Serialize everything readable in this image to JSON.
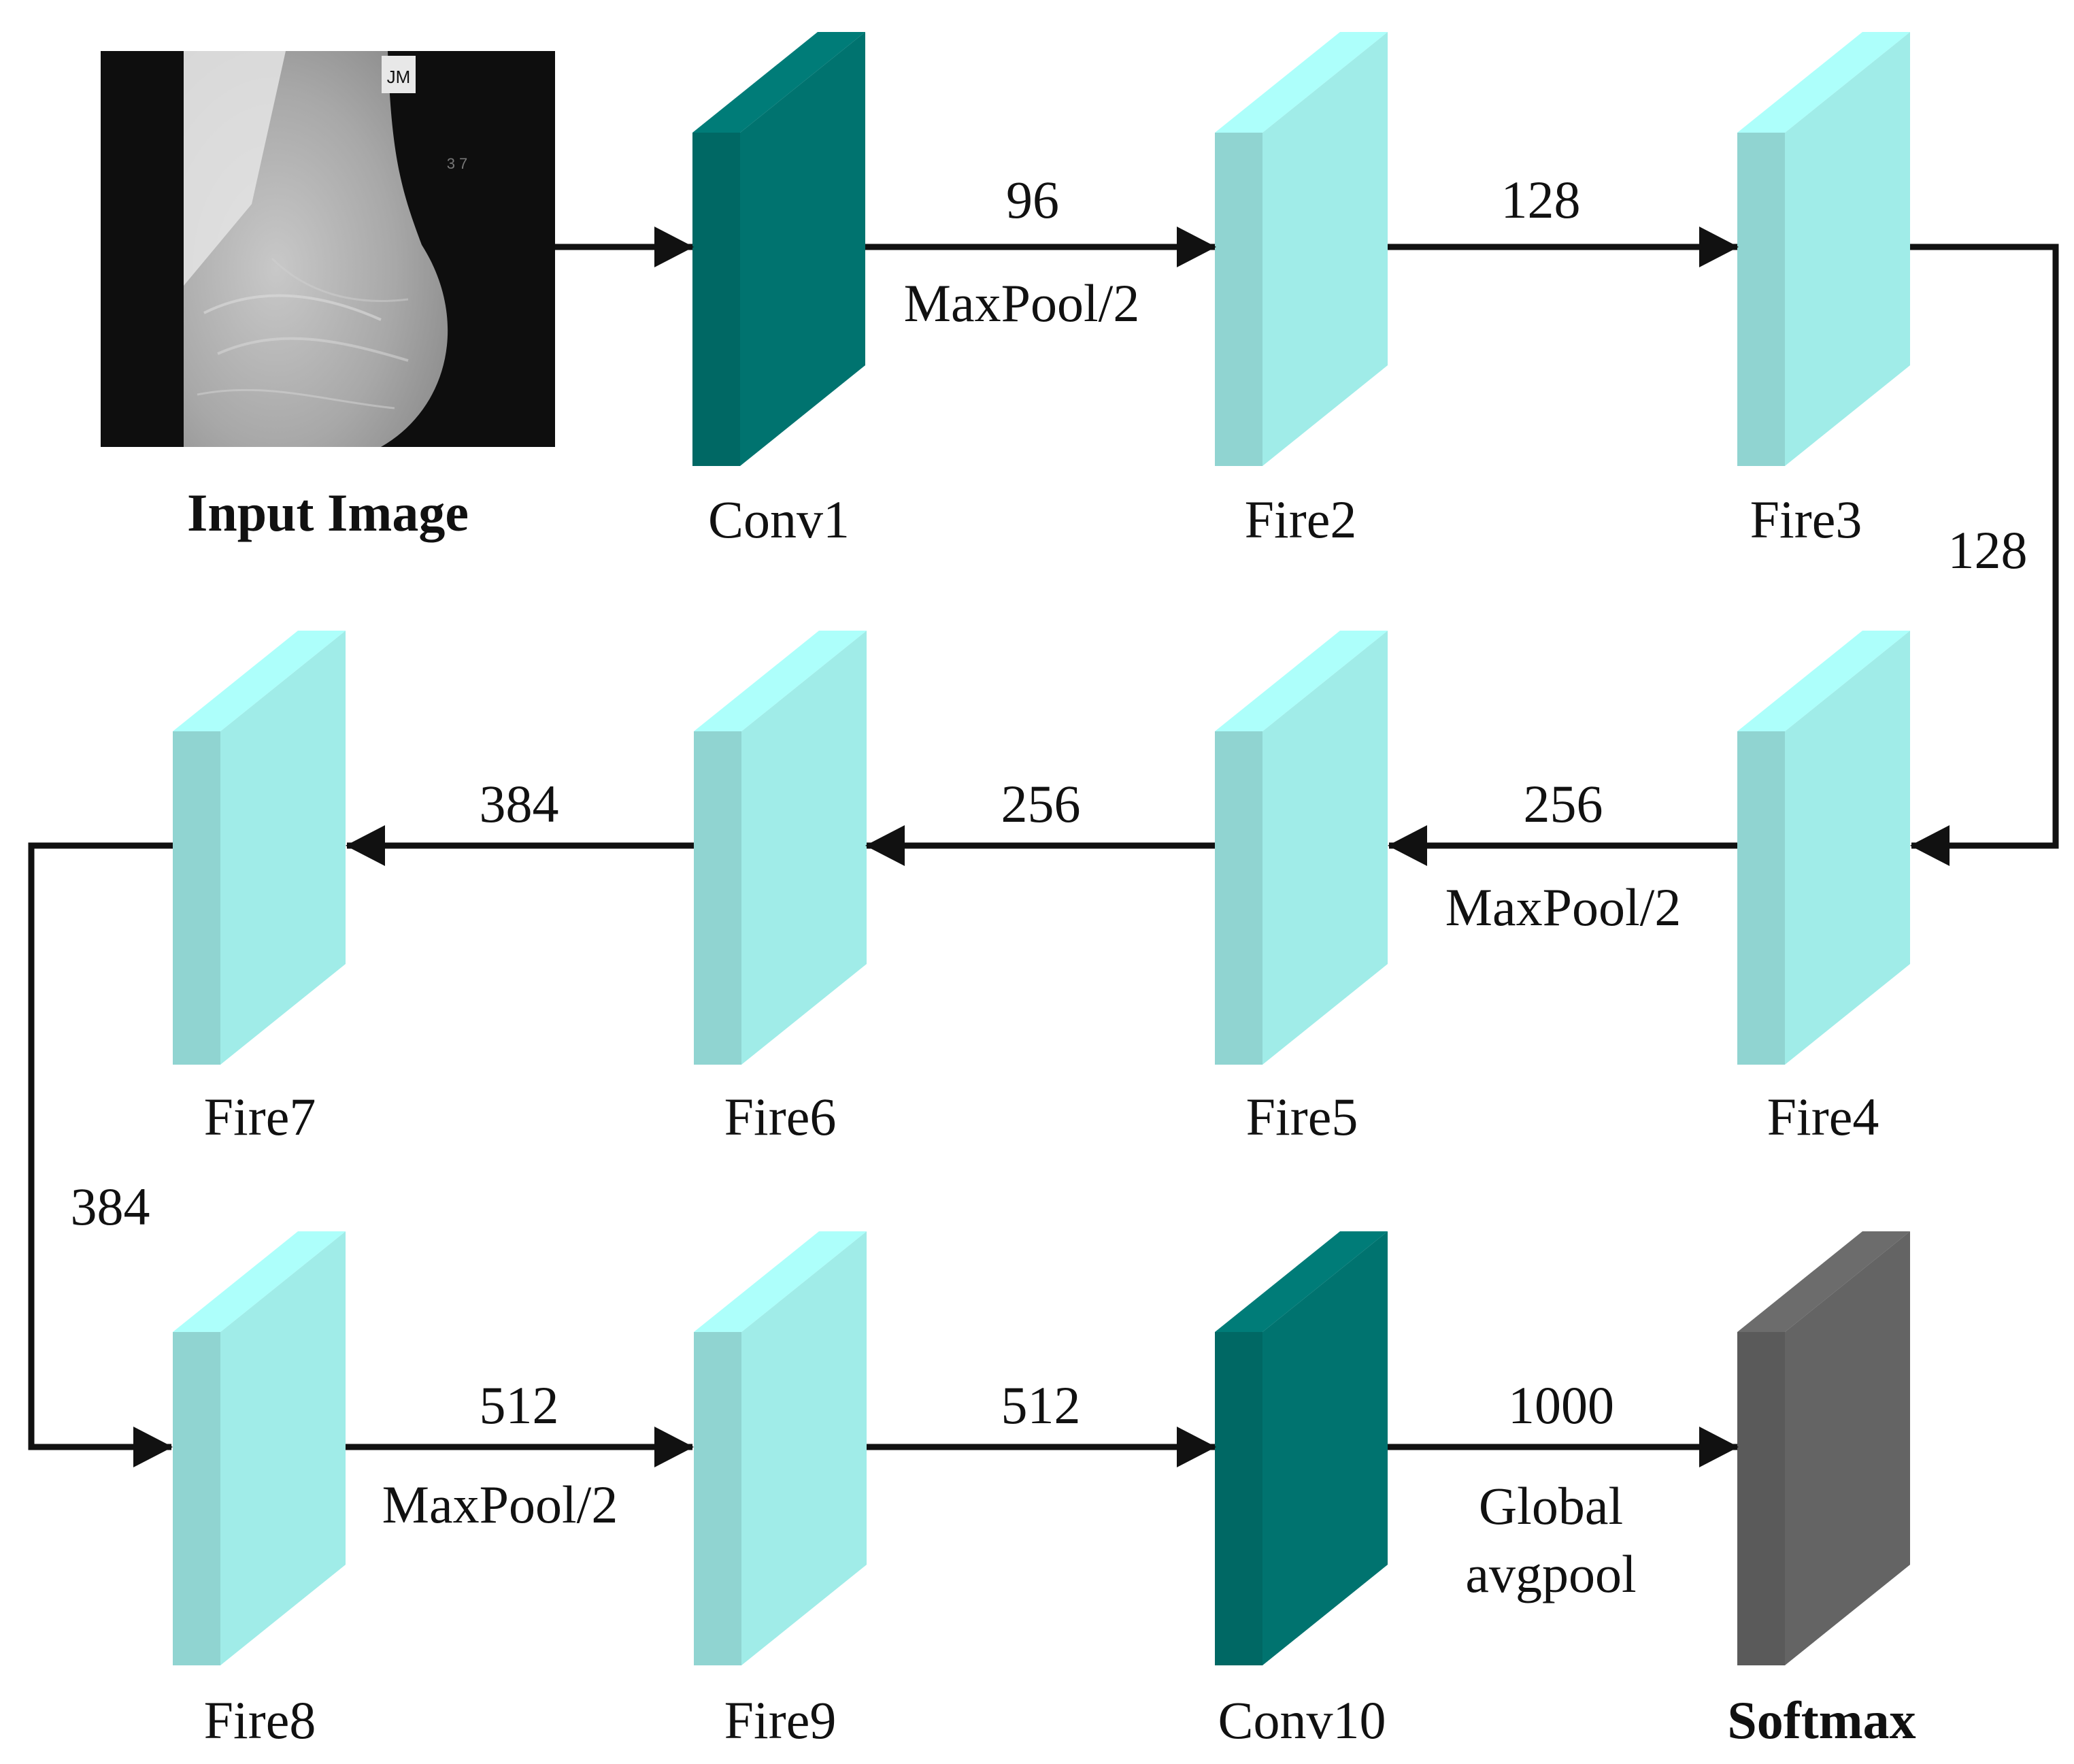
{
  "colors": {
    "conv": "#00736f",
    "fire": "#a0ece8",
    "softmax": "#646464",
    "line": "#111111"
  },
  "input": {
    "label": "Input Image",
    "marker_text": "JM",
    "marker_text2": "3 7"
  },
  "layers": [
    {
      "id": "conv1",
      "label": "Conv1",
      "kind": "conv"
    },
    {
      "id": "fire2",
      "label": "Fire2",
      "kind": "fire"
    },
    {
      "id": "fire3",
      "label": "Fire3",
      "kind": "fire"
    },
    {
      "id": "fire4",
      "label": "Fire4",
      "kind": "fire"
    },
    {
      "id": "fire5",
      "label": "Fire5",
      "kind": "fire"
    },
    {
      "id": "fire6",
      "label": "Fire6",
      "kind": "fire"
    },
    {
      "id": "fire7",
      "label": "Fire7",
      "kind": "fire"
    },
    {
      "id": "fire8",
      "label": "Fire8",
      "kind": "fire"
    },
    {
      "id": "fire9",
      "label": "Fire9",
      "kind": "fire"
    },
    {
      "id": "conv10",
      "label": "Conv10",
      "kind": "conv"
    },
    {
      "id": "softmax",
      "label": "Softmax",
      "kind": "softmax"
    }
  ],
  "edges": [
    {
      "from": "input",
      "to": "conv1"
    },
    {
      "from": "conv1",
      "to": "fire2",
      "channels": "96",
      "op": "MaxPool/2"
    },
    {
      "from": "fire2",
      "to": "fire3",
      "channels": "128"
    },
    {
      "from": "fire3",
      "to": "fire4",
      "channels": "128"
    },
    {
      "from": "fire4",
      "to": "fire5",
      "channels": "256",
      "op": "MaxPool/2"
    },
    {
      "from": "fire5",
      "to": "fire6",
      "channels": "256"
    },
    {
      "from": "fire6",
      "to": "fire7",
      "channels": "384"
    },
    {
      "from": "fire7",
      "to": "fire8",
      "channels": "384"
    },
    {
      "from": "fire8",
      "to": "fire9",
      "channels": "512",
      "op": "MaxPool/2"
    },
    {
      "from": "fire9",
      "to": "conv10",
      "channels": "512"
    },
    {
      "from": "conv10",
      "to": "softmax",
      "channels": "1000",
      "op": "Global",
      "op2": "avgpool"
    }
  ]
}
